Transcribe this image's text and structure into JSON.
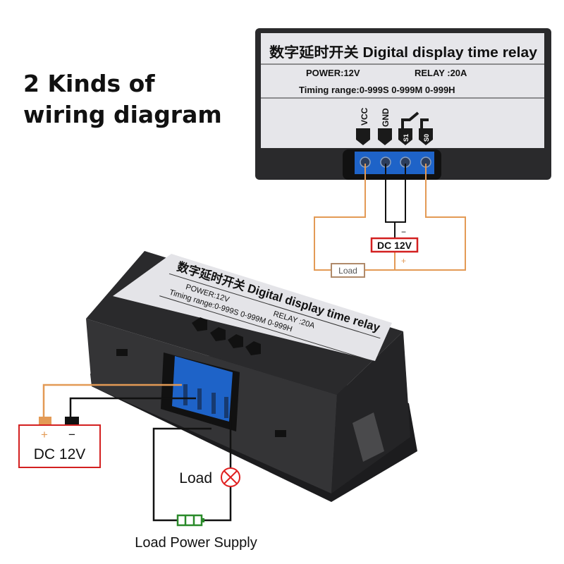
{
  "heading": {
    "line1": "2 Kinds of",
    "line2": "wiring diagram"
  },
  "module": {
    "title": "数字延时开关 Digital display time relay",
    "power": "POWER:12V",
    "relay": "RELAY :20A",
    "timing": "Timing range:0-999S 0-999M 0-999H",
    "pins": [
      "VCC",
      "GND",
      "S1",
      "S0"
    ]
  },
  "top_diagram": {
    "supply_label": "DC 12V",
    "minus": "−",
    "plus": "+",
    "load_label": "Load"
  },
  "bottom_diagram": {
    "supply_plus": "+",
    "supply_minus": "−",
    "supply_label": "DC 12V",
    "load_label": "Load",
    "load_supply_label": "Load Power Supply"
  },
  "colors": {
    "wire_positive": "#e39a55",
    "wire_negative": "#111111",
    "supply_box": "#d32020",
    "load_supply": "#2a8a2a",
    "terminal": "#1e63c8"
  }
}
